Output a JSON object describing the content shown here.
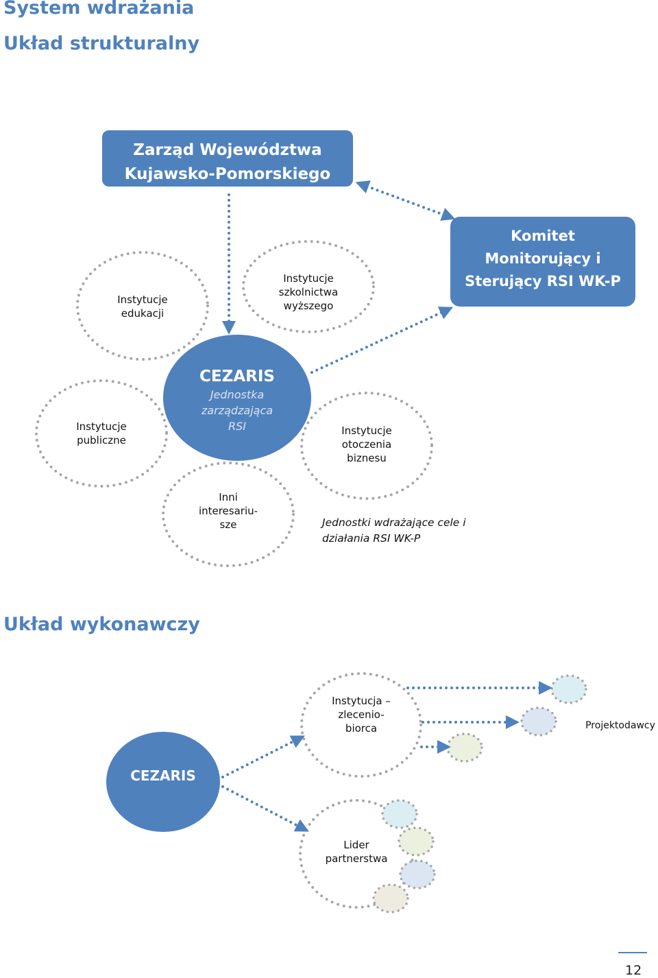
{
  "headings": {
    "system": "System wdrażania",
    "structural": "Układ strukturalny",
    "executive": "Układ wykonawczy"
  },
  "structural": {
    "board": [
      "Zarząd Województwa",
      "Kujawsko-Pomorskiego"
    ],
    "committee": [
      "Komitet",
      "Monitorujący i",
      "Sterujący RSI WK-P"
    ],
    "cezaris": {
      "title": "CEZARIS",
      "subtitle": [
        "Jednostka",
        "zarządzająca",
        "RSI"
      ]
    },
    "education": [
      "Instytucje",
      "edukacji"
    ],
    "higher_ed": [
      "Instytucje",
      "szkolnictwa",
      "wyższego"
    ],
    "public": [
      "Instytucje",
      "publiczne"
    ],
    "business": [
      "Instytucje",
      "otoczenia",
      "biznesu"
    ],
    "others": [
      "Inni",
      "interesariu-",
      "sze"
    ],
    "implementing_note": [
      "Jednostki wdrażające cele i",
      "działania RSI WK-P"
    ]
  },
  "executive": {
    "cezaris": "CEZARIS",
    "contractor": [
      "Instytucja –",
      "zlecenio-",
      "biorca"
    ],
    "leader": [
      "Lider",
      "partnerstwa"
    ],
    "applicants": "Projektodawcy"
  },
  "colors": {
    "accent": "#4f81bd",
    "dots": "#a6a6a6"
  },
  "page_number": "12"
}
